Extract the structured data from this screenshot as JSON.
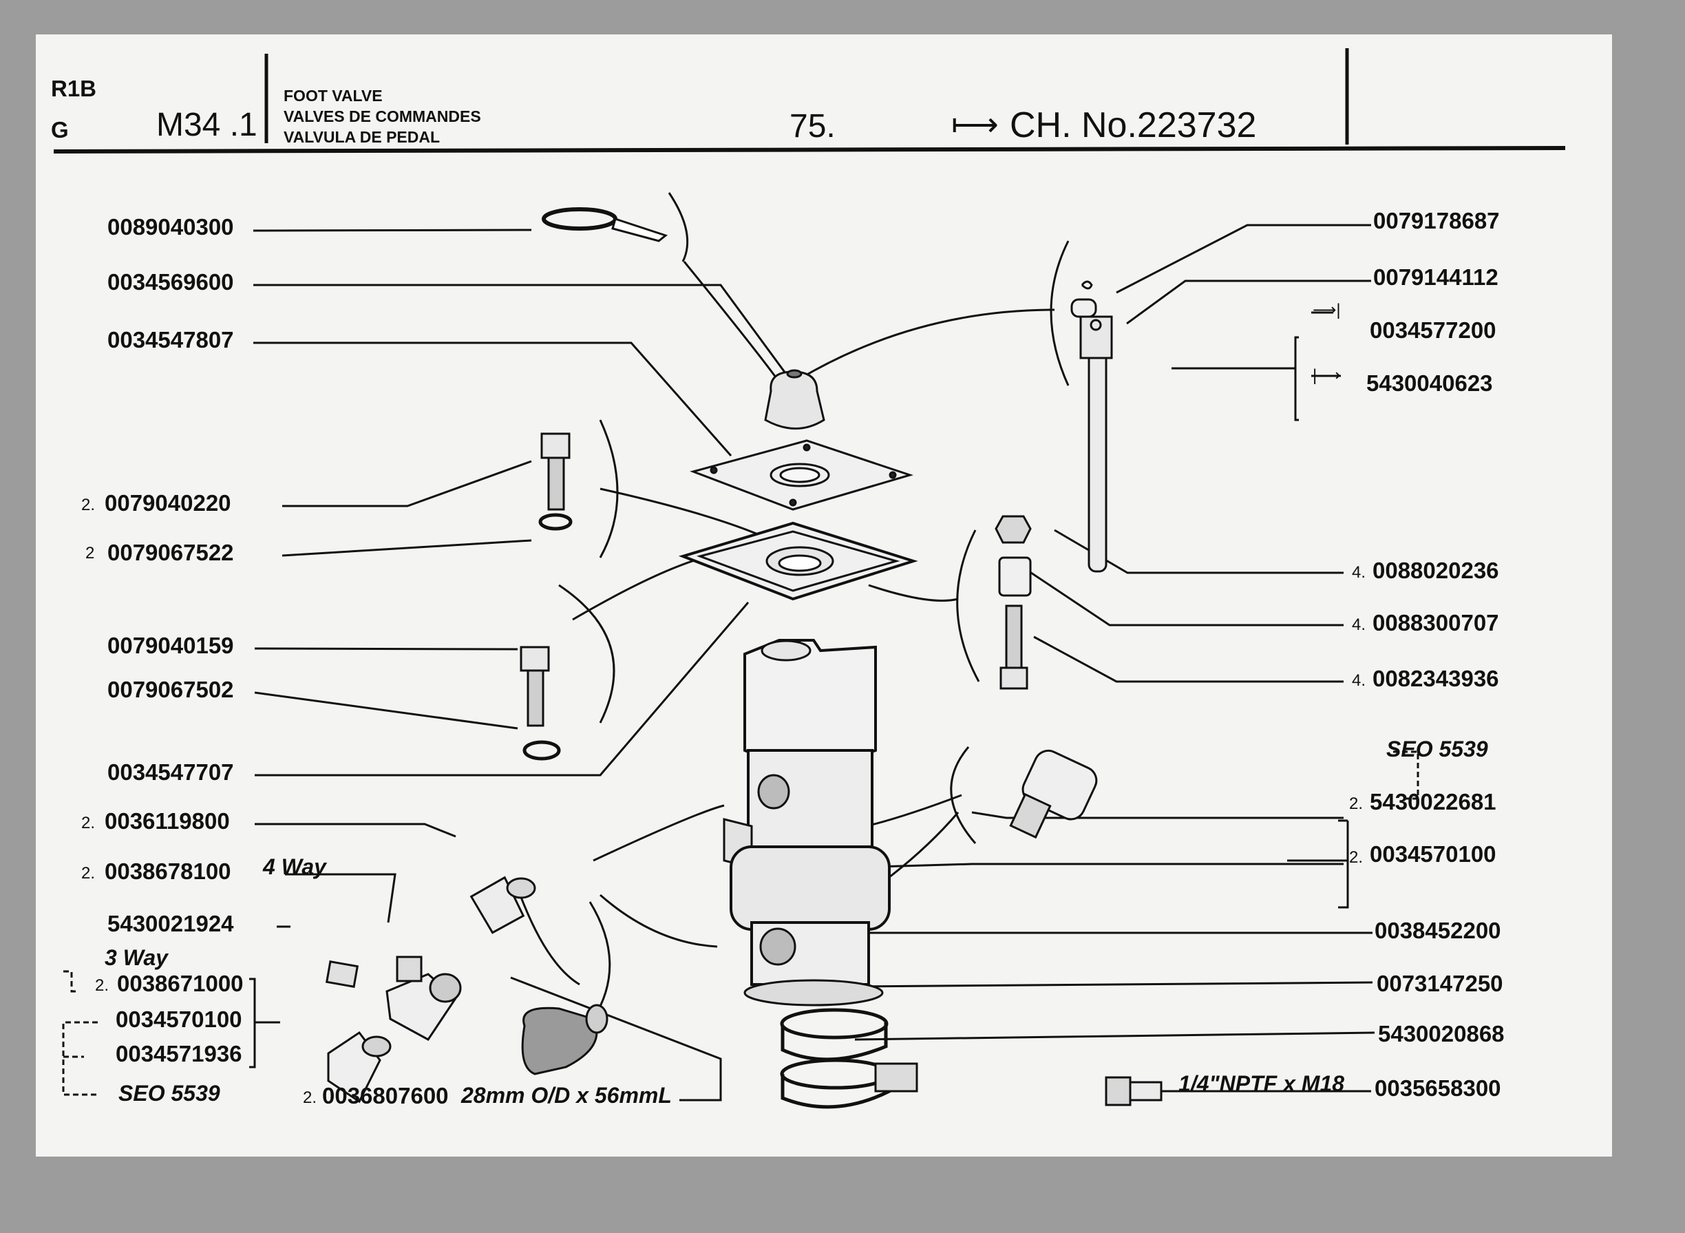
{
  "header": {
    "series": "R1B",
    "group": "G",
    "section": "M34 .1",
    "title_en": "FOOT VALVE",
    "title_fr": "VALVES DE COMMANDES",
    "title_es": "VALVULA DE PEDAL",
    "page": "75.",
    "chassis_arrow": "⟼",
    "chassis": "CH. No.223732"
  },
  "parts_left": [
    {
      "qty": "",
      "number": "0089040300"
    },
    {
      "qty": "",
      "number": "0034569600"
    },
    {
      "qty": "",
      "number": "0034547807"
    },
    {
      "qty": "2.",
      "number": "0079040220"
    },
    {
      "qty": "2",
      "number": "0079067522"
    },
    {
      "qty": "",
      "number": "0079040159"
    },
    {
      "qty": "",
      "number": "0079067502"
    },
    {
      "qty": "",
      "number": "0034547707"
    },
    {
      "qty": "2.",
      "number": "0036119800"
    },
    {
      "qty": "2.",
      "number": "0038678100",
      "note": "4 Way"
    },
    {
      "qty": "",
      "number": "5430021924"
    }
  ],
  "parts_left_group": {
    "note": "3 Way",
    "items": [
      {
        "qty": "2.",
        "number": "0038671000"
      },
      {
        "qty": "",
        "number": "0034570100"
      },
      {
        "qty": "",
        "number": "0034571936"
      }
    ],
    "ref": "SEO 5539"
  },
  "part_bottom": {
    "qty": "2.",
    "number": "0036807600",
    "note": "28mm O/D x 56mmL"
  },
  "parts_right": [
    {
      "qty": "",
      "number": "0079178687"
    },
    {
      "qty": "",
      "number": "0079144112"
    },
    {
      "qty": "",
      "number": "0034577200",
      "arrow": "⟶|"
    },
    {
      "qty": "",
      "number": "5430040623",
      "arrow": "|⟶"
    },
    {
      "qty": "4.",
      "number": "0088020236"
    },
    {
      "qty": "4.",
      "number": "0088300707"
    },
    {
      "qty": "4.",
      "number": "0082343936"
    },
    {
      "qty": "2.",
      "number": "5430022681"
    },
    {
      "qty": "2.",
      "number": "0034570100"
    },
    {
      "qty": "",
      "number": "0038452200"
    },
    {
      "qty": "",
      "number": "0073147250"
    },
    {
      "qty": "",
      "number": "5430020868"
    },
    {
      "qty": "",
      "number": "0035658300",
      "note": "1/4\"NPTF x M18"
    }
  ],
  "right_ref": "SEO 5539"
}
